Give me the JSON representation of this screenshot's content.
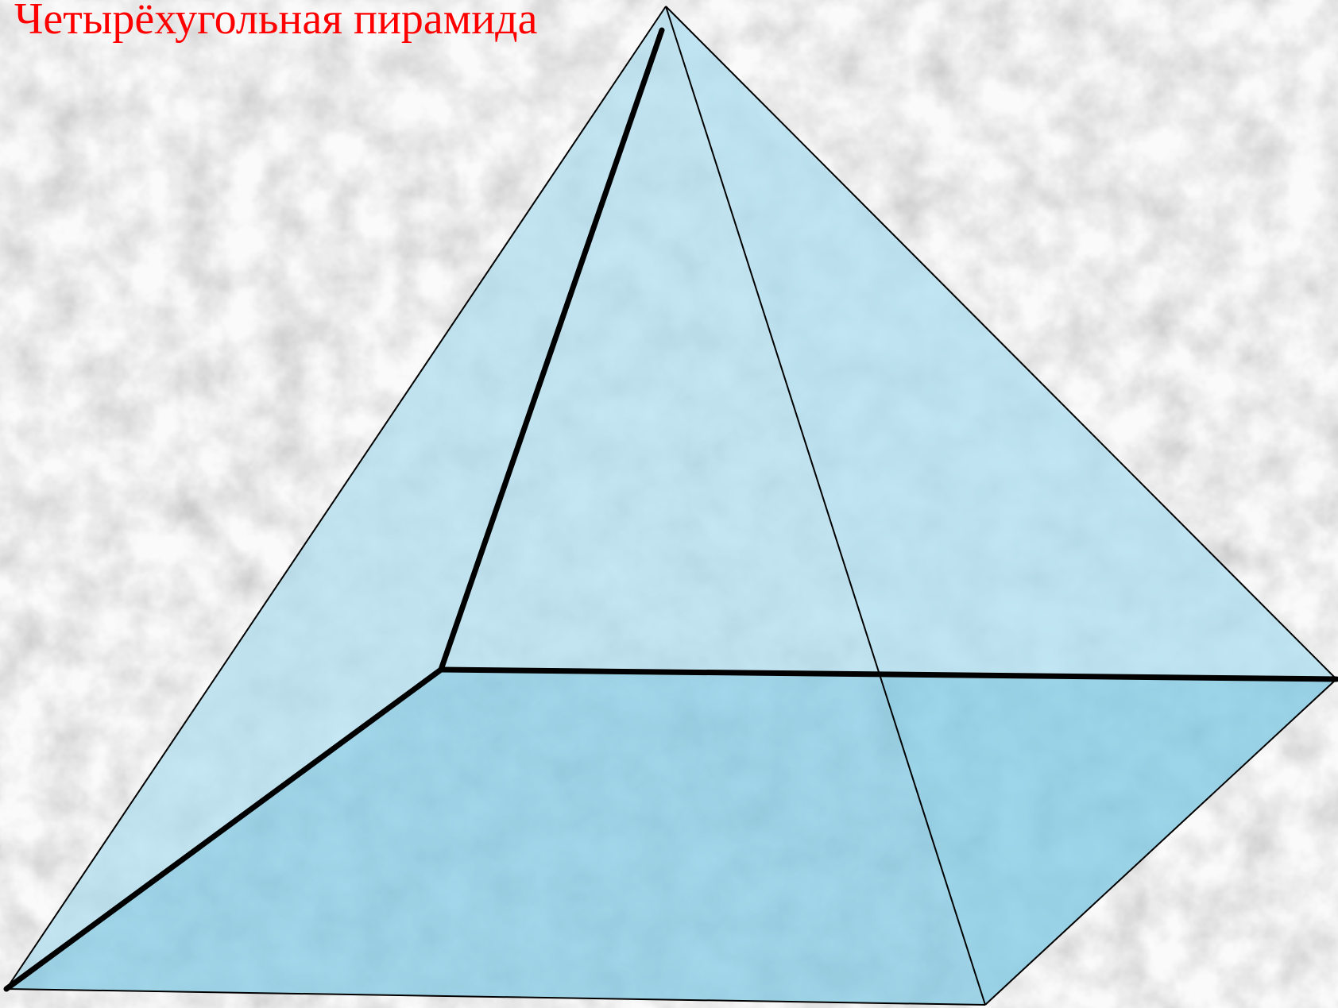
{
  "slide": {
    "title": "Четырёхугольная пирамида"
  },
  "colors": {
    "title": "#ff0000",
    "background": "#e4e4e4",
    "face_light": "#bde6f4",
    "face_base": "#8fd2ea",
    "edge": "#000000"
  },
  "figure": {
    "shape": "quadrilateral pyramid",
    "faces_visible": [
      "left-face",
      "back-face",
      "right-face",
      "base"
    ],
    "bold_edges": [
      "apex-to-back-left",
      "back-left-to-front-left",
      "back-left-to-back-right"
    ]
  }
}
